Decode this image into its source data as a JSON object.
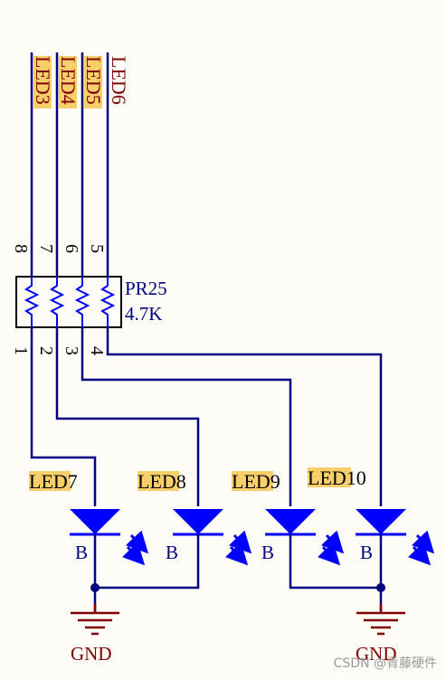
{
  "net_labels": [
    "LED3",
    "LED4",
    "LED5",
    "LED6"
  ],
  "resistor": {
    "designator": "PR25",
    "value": "4.7K",
    "top_pins": [
      "8",
      "7",
      "6",
      "5"
    ],
    "bottom_pins": [
      "1",
      "2",
      "3",
      "4"
    ]
  },
  "leds": [
    {
      "label": "LED7",
      "pin_letter": "B"
    },
    {
      "label": "LED8",
      "pin_letter": "B"
    },
    {
      "label": "LED9",
      "pin_letter": "B"
    },
    {
      "label": "LED10",
      "pin_letter": "B"
    }
  ],
  "grounds": [
    "GND",
    "GND"
  ],
  "watermark": "CSDN @青藤硬件",
  "colors": {
    "wire": "#000080",
    "led": "#0000ff",
    "ground": "#800000",
    "label_highlight": "#f9cf6a",
    "background": "#fdfcf7"
  }
}
